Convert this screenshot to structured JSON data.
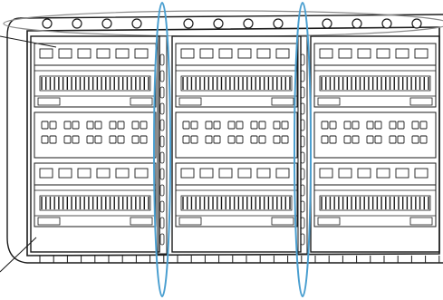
{
  "drawing": {
    "line_color": "#1a1a1a",
    "highlight_color": "#4a9fd0",
    "background": "#ffffff",
    "cage_count": 3,
    "port_rows_per_cage": 2,
    "top_holes_per_cage": 4,
    "mid_slot_pairs_per_cage": 5,
    "contact_teeth_per_row": 26,
    "highlight_ellipse_count": 2
  }
}
